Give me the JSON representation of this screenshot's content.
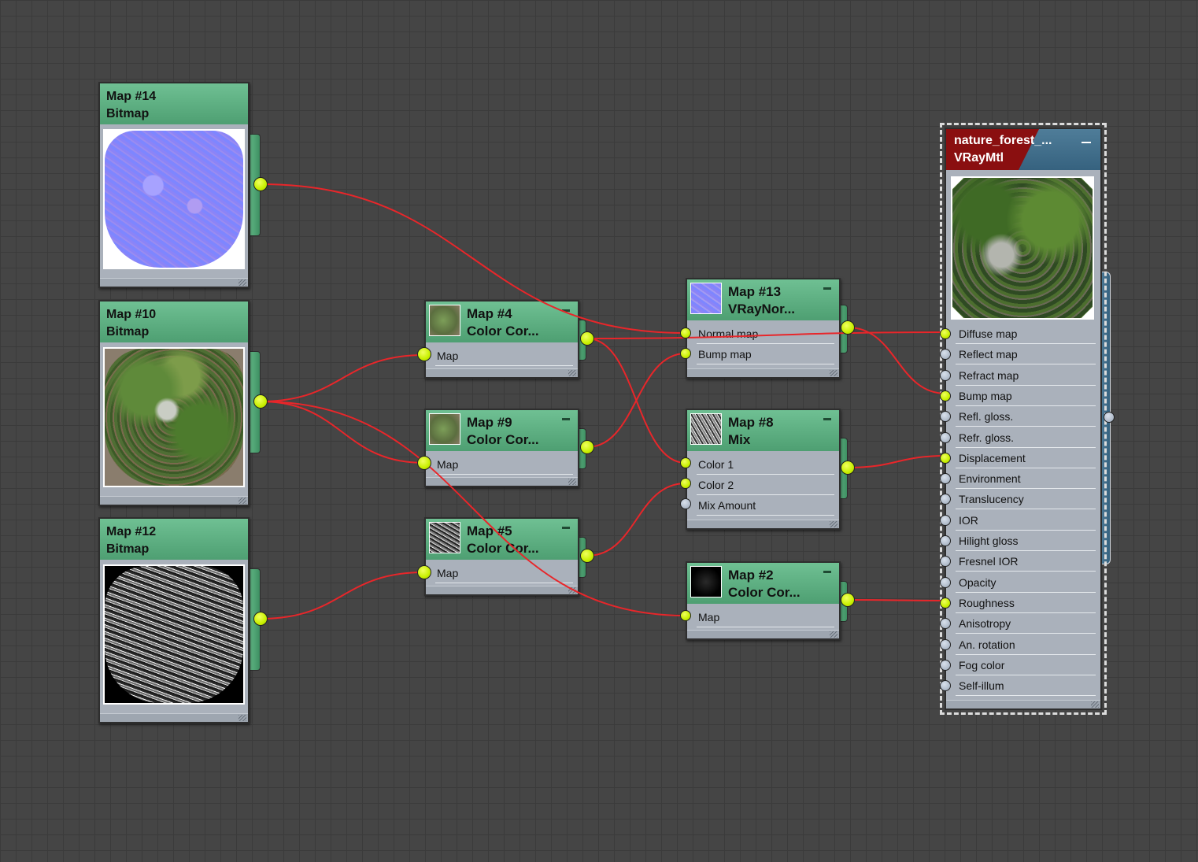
{
  "nodes": {
    "map14": {
      "name": "Map #14",
      "type": "Bitmap",
      "thumb": "normal-map"
    },
    "map10": {
      "name": "Map #10",
      "type": "Bitmap",
      "thumb": "forest-diffuse"
    },
    "map12": {
      "name": "Map #12",
      "type": "Bitmap",
      "thumb": "roughness-bw"
    },
    "map4": {
      "name": "Map #4",
      "type": "Color Cor...",
      "slots": [
        "Map"
      ]
    },
    "map9": {
      "name": "Map #9",
      "type": "Color Cor...",
      "slots": [
        "Map"
      ]
    },
    "map5": {
      "name": "Map #5",
      "type": "Color Cor...",
      "slots": [
        "Map"
      ]
    },
    "map13": {
      "name": "Map #13",
      "type": "VRayNor...",
      "slots": [
        "Normal map",
        "Bump map"
      ]
    },
    "map8": {
      "name": "Map #8",
      "type": "Mix",
      "slots": [
        "Color 1",
        "Color 2",
        "Mix Amount"
      ]
    },
    "map2": {
      "name": "Map #2",
      "type": "Color Cor...",
      "slots": [
        "Map"
      ]
    }
  },
  "material": {
    "name": "nature_forest_...",
    "type": "VRayMtl",
    "slots": [
      "Diffuse map",
      "Reflect map",
      "Refract map",
      "Bump map",
      "Refl. gloss.",
      "Refr. gloss.",
      "Displacement",
      "Environment",
      "Translucency",
      "IOR",
      "Hilight gloss",
      "Fresnel IOR",
      "Opacity",
      "Roughness",
      "Anisotropy",
      "An. rotation",
      "Fog color",
      "Self-illum"
    ],
    "connected_slots": [
      "Diffuse map",
      "Bump map",
      "Displacement",
      "Roughness"
    ]
  },
  "wire_color": "#e8262a",
  "socket_active_color": "#d4f51a",
  "socket_inactive_color": "#aab6c6"
}
